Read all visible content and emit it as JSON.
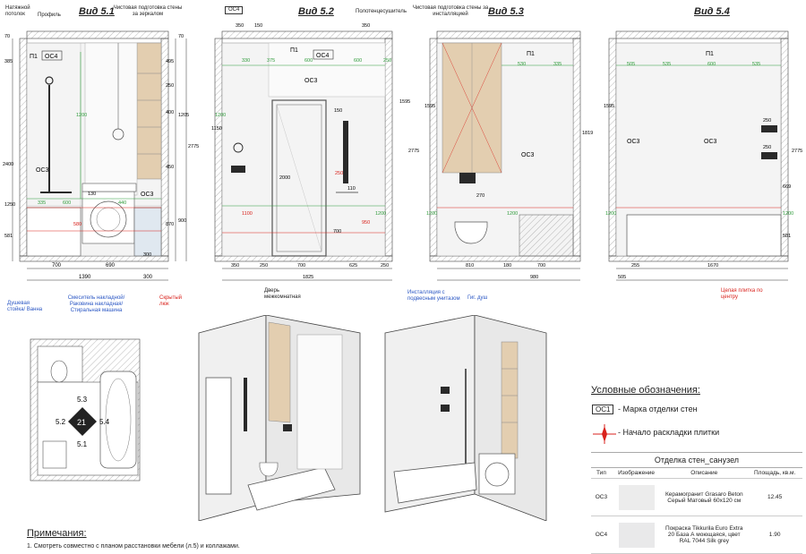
{
  "views": [
    {
      "title": "Вид 5.1"
    },
    {
      "title": "Вид 5.2"
    },
    {
      "title": "Вид 5.3"
    },
    {
      "title": "Вид 5.4"
    }
  ],
  "top_labels": {
    "ceiling": "Натяжной потолок",
    "profile": "Профиль",
    "mirror_prep": "Чистовая подготовка стены за зеркалом",
    "towel_dryer": "Полотенцесушитель",
    "install_prep": "Чистовая подготовка стены за инсталляцией",
    "oc4_tag": "ОС4"
  },
  "finish_codes": {
    "oc3": "ОС3",
    "oc4": "ОС4",
    "p1": "П1"
  },
  "dims": {
    "v1_bottom": [
      "700",
      "690",
      "1390",
      "300"
    ],
    "v1_left": [
      "70",
      "385",
      "2400",
      "1250",
      "581",
      "495",
      "250",
      "400",
      "450",
      "1205",
      "2775",
      "900",
      "870",
      "70"
    ],
    "v1_inner": [
      "1200",
      "335",
      "600",
      "440",
      "580",
      "130",
      "300"
    ],
    "v2_top": [
      "350",
      "150",
      "330",
      "375",
      "600",
      "600",
      "250",
      "350"
    ],
    "v2_bottom": [
      "350",
      "250",
      "700",
      "625",
      "250",
      "1825"
    ],
    "v2_side": [
      "1150",
      "1595",
      "2775",
      "1200",
      "1100",
      "2000",
      "700",
      "950",
      "1200",
      "110",
      "150",
      "250"
    ],
    "v3_top": [
      "530",
      "335"
    ],
    "v3_bottom": [
      "810",
      "180",
      "700",
      "980"
    ],
    "v3_side": [
      "1595",
      "1819",
      "1200",
      "1200",
      "270"
    ],
    "v4_top": [
      "505",
      "535",
      "600",
      "535"
    ],
    "v4_bottom": [
      "505",
      "255",
      "1670"
    ],
    "v4_side": [
      "1595",
      "2775",
      "1200",
      "581",
      "250",
      "669",
      "250",
      "1200"
    ]
  },
  "callouts": {
    "shower": "Душевая стойка/ Ванна",
    "mixer": "Смеситель накладной/ Раковина накладная/ Стиральная машина",
    "hidden_hatch": "Скрытый люк",
    "door": "Дверь межкомнатная",
    "installation": "Инсталляция с подвесным унитазом",
    "hyg_shower": "Гиг. душ",
    "whole_tile": "Целая плитка по центру"
  },
  "plan": {
    "labels": [
      "5.3",
      "5.2",
      "21",
      "5.4",
      "5.1"
    ]
  },
  "legend": {
    "title": "Условные обозначения:",
    "item1_code": "ОС1",
    "item1_text": "- Марка отделки стен",
    "item2_text": "- Начало раскладки плитки"
  },
  "table": {
    "title": "Отделка стен_санузел",
    "headers": [
      "Тип",
      "Изображение",
      "Описание",
      "Площадь, кв.м."
    ],
    "rows": [
      {
        "type": "ОС3",
        "desc": "Керамогранит Grasaro Beton Серый Матовый 60х120 см",
        "area": "12.45"
      },
      {
        "type": "ОС4",
        "desc": "Покраска Tikkurila Euro Extra 20 База А моющаяся, цвет RAL 7044 Silk grey",
        "area": "1.90"
      }
    ]
  },
  "notes": {
    "title": "Примечания:",
    "item1": "1.   Смотреть совместно с планом расстановки мебели (л.5) и коллажами."
  },
  "colors": {
    "wood": "#e3ceb0",
    "tile": "#ececec",
    "green": "#2e9b3a",
    "red": "#d9221c",
    "blue": "#2b57c4",
    "dark": "#2a2a2a"
  }
}
